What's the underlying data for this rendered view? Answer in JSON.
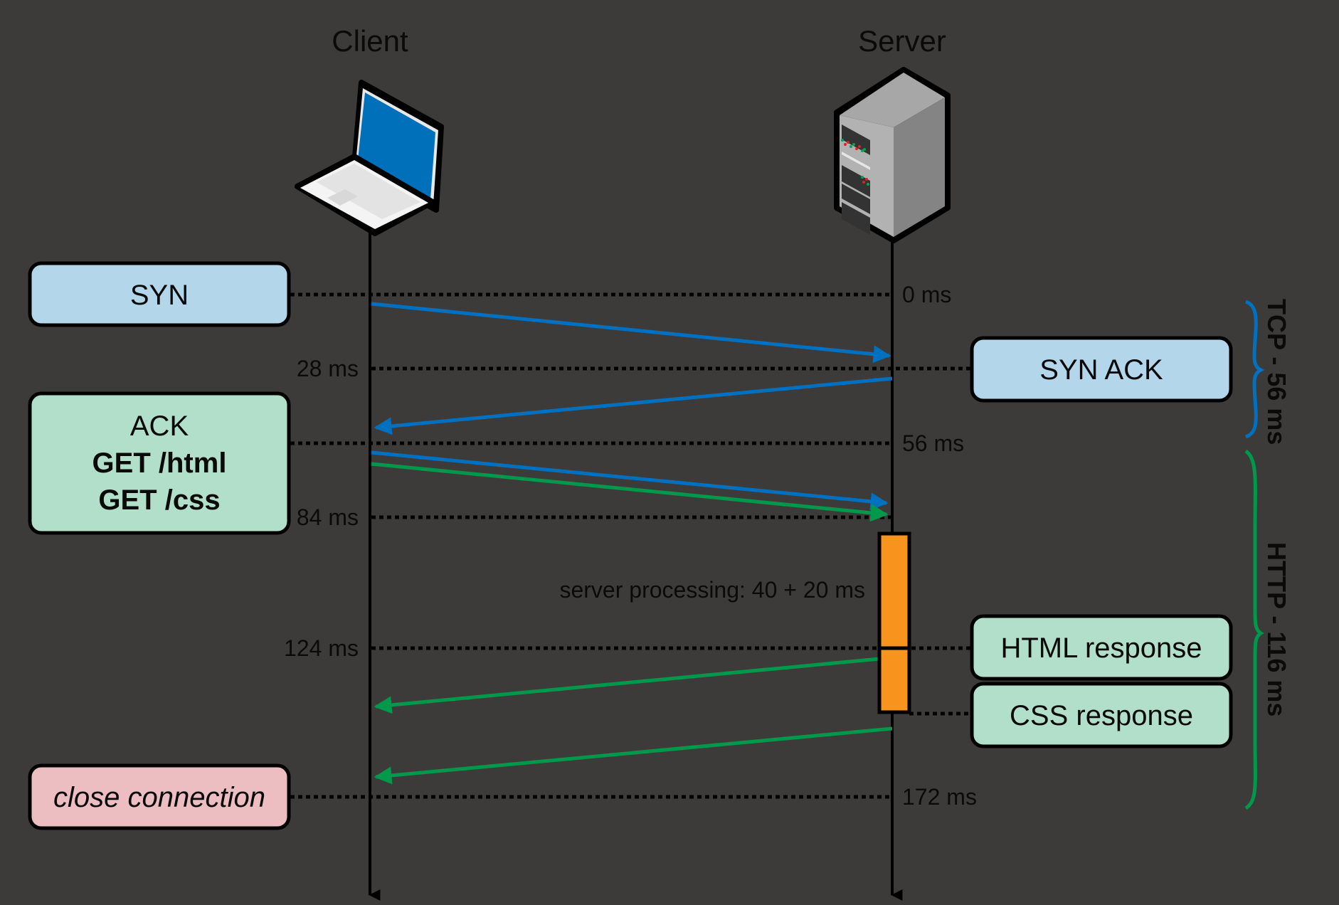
{
  "title": "TCP + HTTP request timeline (client/server)",
  "actors": {
    "client": {
      "label": "Client",
      "icon": "laptop-icon"
    },
    "server": {
      "label": "Server",
      "icon": "server-rack-icon"
    }
  },
  "colors": {
    "background": "#3c3b3a",
    "tcp_arrow": "#0070c0",
    "http_arrow": "#00994c",
    "blue_box": "#b3d6ea",
    "green_box": "#b2dfc9",
    "pink_box": "#ecbec1",
    "processing": "#f7941e",
    "laptop_screen": "#0070bb"
  },
  "time_marks": [
    {
      "label": "0 ms",
      "ms": 0,
      "side": "server"
    },
    {
      "label": "28 ms",
      "ms": 28,
      "side": "client"
    },
    {
      "label": "56 ms",
      "ms": 56,
      "side": "server"
    },
    {
      "label": "84 ms",
      "ms": 84,
      "side": "client"
    },
    {
      "label": "124 ms",
      "ms": 124,
      "side": "client"
    },
    {
      "label": "172 ms",
      "ms": 172,
      "side": "server"
    }
  ],
  "events": {
    "syn": {
      "label": "SYN",
      "side": "client",
      "ms": 0
    },
    "syn_ack": {
      "label": "SYN ACK",
      "side": "server",
      "ms": 28
    },
    "ack": {
      "lines": [
        "ACK",
        "GET /html",
        "GET /css"
      ],
      "side": "client",
      "ms": 56
    },
    "html_response": {
      "label": "HTML response",
      "side": "server",
      "ms": 124
    },
    "css_response": {
      "label": "CSS response",
      "side": "server",
      "ms": 144
    },
    "close": {
      "label": "close connection",
      "side": "client",
      "ms": 172
    }
  },
  "messages": [
    {
      "from": "client",
      "to": "server",
      "type": "tcp",
      "label": "SYN"
    },
    {
      "from": "server",
      "to": "client",
      "type": "tcp",
      "label": "SYN ACK"
    },
    {
      "from": "client",
      "to": "server",
      "type": "tcp",
      "label": "ACK"
    },
    {
      "from": "client",
      "to": "server",
      "type": "http",
      "label": "GET"
    },
    {
      "from": "server",
      "to": "client",
      "type": "http",
      "label": "HTML response"
    },
    {
      "from": "server",
      "to": "client",
      "type": "http",
      "label": "CSS response"
    }
  ],
  "processing": {
    "label": "server processing: 40 + 20 ms",
    "html_ms": 40,
    "css_ms": 20
  },
  "phases": [
    {
      "label": "TCP - 56 ms",
      "type": "tcp",
      "duration_ms": 56
    },
    {
      "label": "HTTP - 116 ms",
      "type": "http",
      "duration_ms": 116
    }
  ]
}
